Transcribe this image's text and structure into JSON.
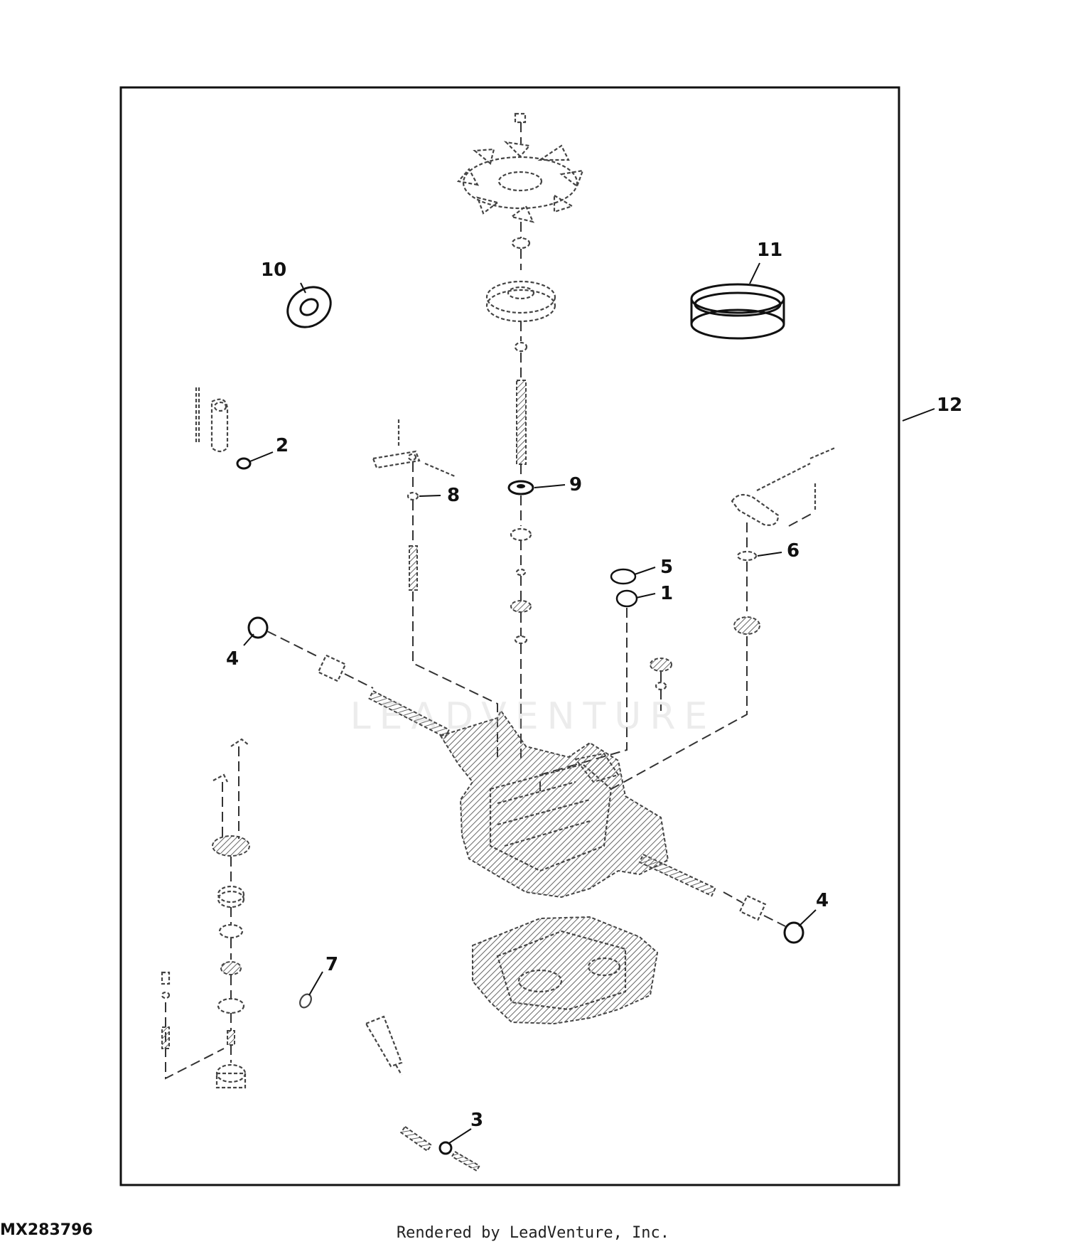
{
  "drawing_id": "MX283796",
  "credit": "Rendered by LeadVenture, Inc.",
  "watermark": "LEADVENTURE",
  "callouts": [
    "1",
    "2",
    "3",
    "4",
    "4",
    "5",
    "6",
    "7",
    "8",
    "9",
    "10",
    "11",
    "12"
  ]
}
